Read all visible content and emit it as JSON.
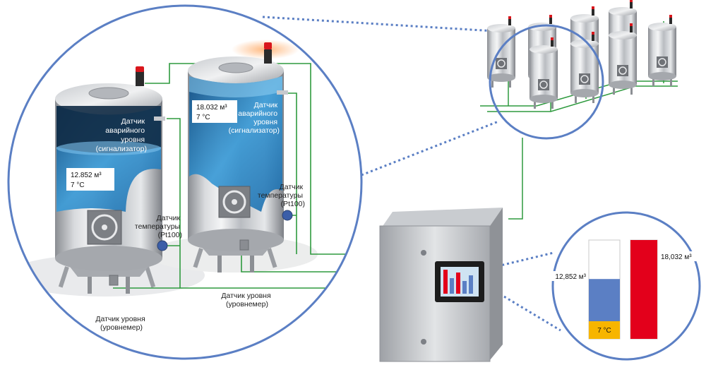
{
  "tank1": {
    "volume": "12.852 м³",
    "temp": "7 °C",
    "alarm_sensor": [
      "Датчик",
      "аварийного",
      "уровня",
      "(сигнализатор)"
    ],
    "temp_sensor": [
      "Датчик",
      "температуры",
      "(Pt100)"
    ],
    "level_sensor": [
      "Датчик уровня",
      "(уровнемер)"
    ]
  },
  "tank2": {
    "volume": "18.032 м³",
    "temp": "7 °C",
    "alarm_sensor": [
      "Датчик",
      "аварийного",
      "уровня",
      "(сигнализатор)"
    ],
    "temp_sensor": [
      "Датчик",
      "температуры",
      "(Pt100)"
    ],
    "level_sensor": [
      "Датчик уровня",
      "(уровнемер)"
    ]
  },
  "bar_detail": {
    "left_value": "12,852 м³",
    "right_value": "18,032 м³",
    "temp": "7 °C",
    "left_fill_fraction": 0.52,
    "right_fill_fraction": 1.0
  },
  "colors": {
    "circle_border": "#5b7fc4",
    "wire": "#2e9a3e",
    "liquid": "#2f86c4",
    "bar_blue": "#5b7fc4",
    "bar_red": "#e3001b",
    "bar_temp": "#f7b500",
    "beacon": "#d9161c"
  }
}
